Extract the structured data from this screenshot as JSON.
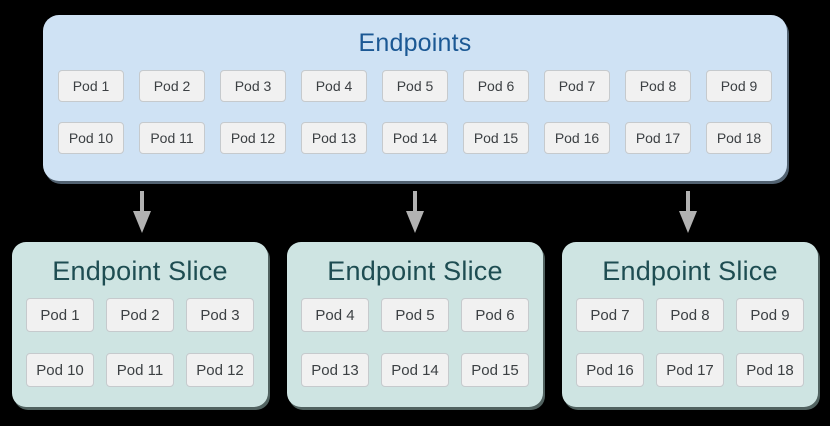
{
  "diagram": {
    "endpoints": {
      "title": "Endpoints",
      "pods_row1": [
        "Pod 1",
        "Pod 2",
        "Pod 3",
        "Pod 4",
        "Pod 5",
        "Pod 6",
        "Pod 7",
        "Pod 8",
        "Pod 9"
      ],
      "pods_row2": [
        "Pod 10",
        "Pod 11",
        "Pod 12",
        "Pod 13",
        "Pod 14",
        "Pod 15",
        "Pod 16",
        "Pod 17",
        "Pod 18"
      ]
    },
    "slices": [
      {
        "title": "Endpoint Slice",
        "pods_row1": [
          "Pod 1",
          "Pod 2",
          "Pod 3"
        ],
        "pods_row2": [
          "Pod 10",
          "Pod 11",
          "Pod 12"
        ]
      },
      {
        "title": "Endpoint Slice",
        "pods_row1": [
          "Pod 4",
          "Pod 5",
          "Pod 6"
        ],
        "pods_row2": [
          "Pod 13",
          "Pod 14",
          "Pod 15"
        ]
      },
      {
        "title": "Endpoint Slice",
        "pods_row1": [
          "Pod 7",
          "Pod 8",
          "Pod 9"
        ],
        "pods_row2": [
          "Pod 16",
          "Pod 17",
          "Pod 18"
        ]
      }
    ],
    "colors": {
      "background": "#000000",
      "endpoints_box_fill": "#cfe2f4",
      "endpoints_title_text": "#1b5894",
      "slice_box_fill": "#cee4e2",
      "slice_title_text": "#1e4d52",
      "pod_fill": "#f1f1f1",
      "pod_border": "#c6cacd",
      "pod_text": "#3c4043",
      "arrow": "#b2b2b2"
    }
  }
}
